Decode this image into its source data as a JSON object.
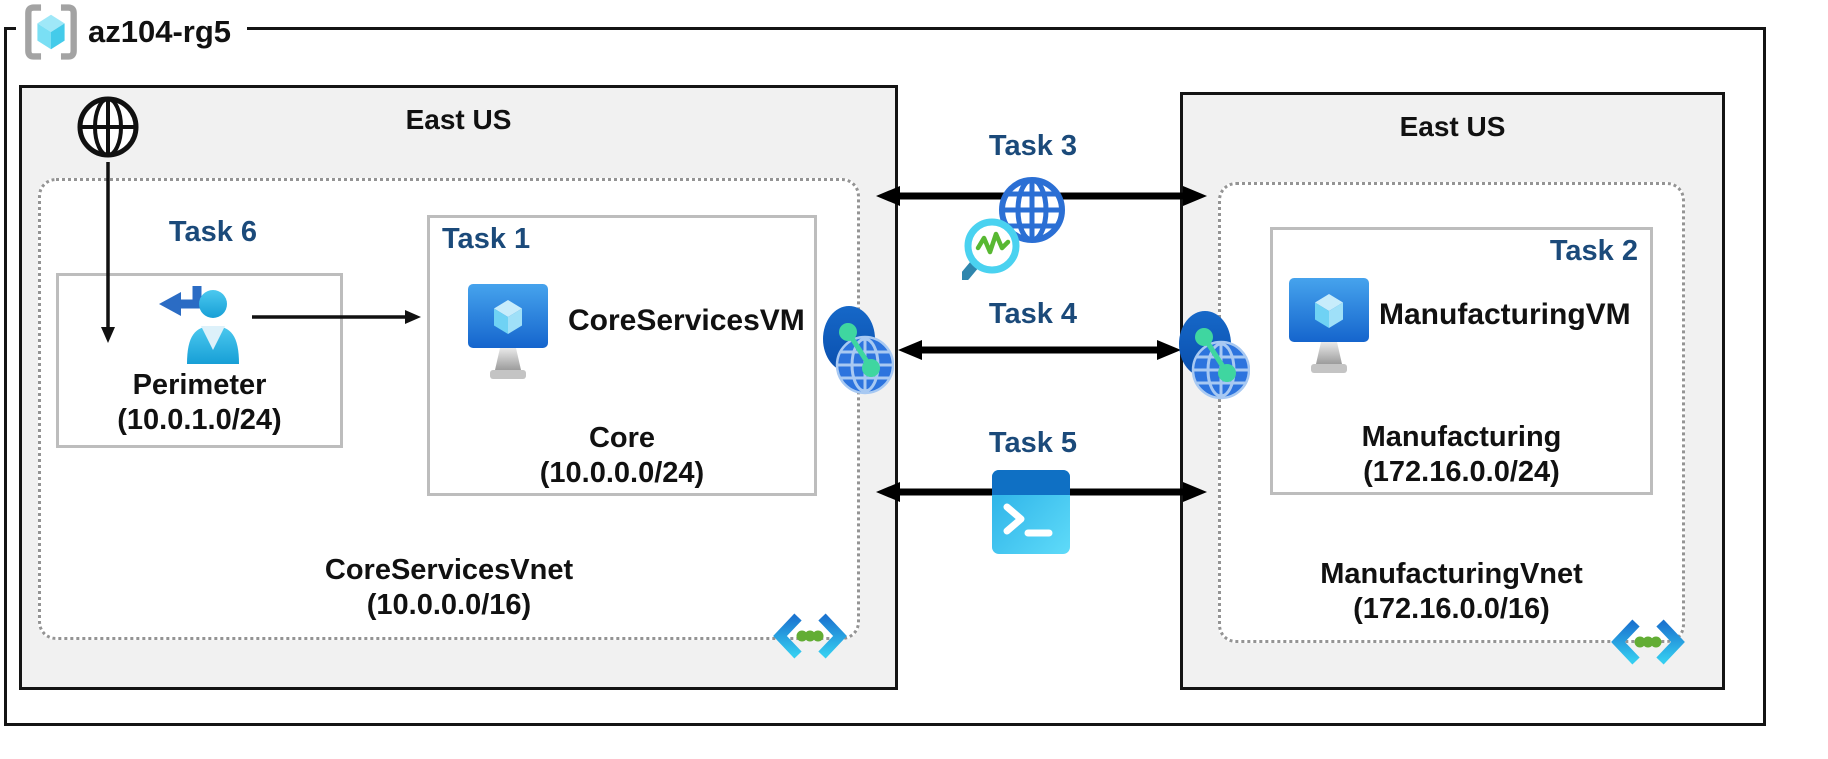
{
  "resource_group": {
    "name": "az104-rg5"
  },
  "left_region": {
    "name": "East US",
    "vnet_name": "CoreServicesVnet",
    "vnet_cidr": "(10.0.0.0/16)",
    "perimeter": {
      "task": "Task 6",
      "name": "Perimeter",
      "cidr": "(10.0.1.0/24)"
    },
    "core": {
      "task": "Task 1",
      "vm_name": "CoreServicesVM",
      "name": "Core",
      "cidr": "(10.0.0.0/24)"
    }
  },
  "right_region": {
    "name": "East US",
    "vnet_name": "ManufacturingVnet",
    "vnet_cidr": "(172.16.0.0/16)",
    "manufacturing": {
      "task": "Task 2",
      "vm_name": "ManufacturingVM",
      "name": "Manufacturing",
      "cidr": "(172.16.0.0/24)"
    }
  },
  "connections": {
    "task3": {
      "label": "Task 3",
      "icon": "network-watcher-icon"
    },
    "task4": {
      "label": "Task 4",
      "icon": "vnet-peering-icon"
    },
    "task5": {
      "label": "Task 5",
      "icon": "cloud-shell-icon"
    }
  },
  "icons": {
    "resource_group": "resource-group-icon",
    "internet": "internet-globe-icon",
    "perimeter_user": "sign-in-user-icon",
    "virtual_machine": "virtual-machine-icon",
    "virtual_network": "virtual-network-icon",
    "peering": "vnet-peering-icon",
    "network_watcher": "network-watcher-icon",
    "cloud_shell": "cloud-shell-icon"
  },
  "colors": {
    "task_label": "#1B4A7A",
    "region_fill": "#F1F1F1",
    "border_black": "#141414",
    "subnet_border": "#BDBDBD",
    "azure_blue": "#2B6FD4",
    "cube_cyan": "#45C6EE",
    "peering_green": "#3FD6A0",
    "vnet_dot_green": "#62AD34"
  }
}
